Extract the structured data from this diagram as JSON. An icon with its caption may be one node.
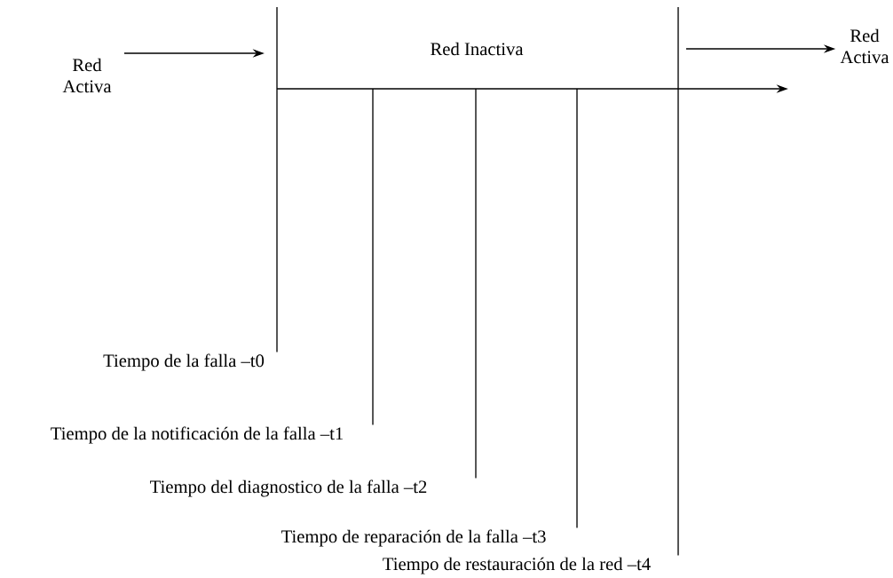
{
  "diagram": {
    "nodes": [
      {
        "text": [
          "Red Activa"
        ]
      },
      {
        "text": [
          "Red Inactiva"
        ]
      },
      {
        "text": [
          "Red Activa"
        ]
      },
      {
        "text": [
          "Tiempo de la falla –t0"
        ]
      },
      {
        "text": [
          "Tiempo de la notificación de la falla –t1"
        ]
      },
      {
        "text": [
          "Tiempo del diagnostico de la falla –t2"
        ]
      },
      {
        "text": [
          "Tiempo de reparación de la falla –t3"
        ]
      },
      {
        "text": [
          "Tiempo de restauración de la red –t4"
        ]
      }
    ],
    "edges": [
      {
        "from": 0,
        "to": null,
        "arrow": "to"
      },
      {
        "from": null,
        "to": 2,
        "arrow": "to"
      },
      {
        "from": 3,
        "to": null,
        "arrow": "none"
      },
      {
        "from": 4,
        "to": null,
        "arrow": "none"
      },
      {
        "from": 5,
        "to": null,
        "arrow": "none"
      },
      {
        "from": 6,
        "to": null,
        "arrow": "none"
      },
      {
        "from": 7,
        "to": null,
        "arrow": "none"
      }
    ]
  }
}
